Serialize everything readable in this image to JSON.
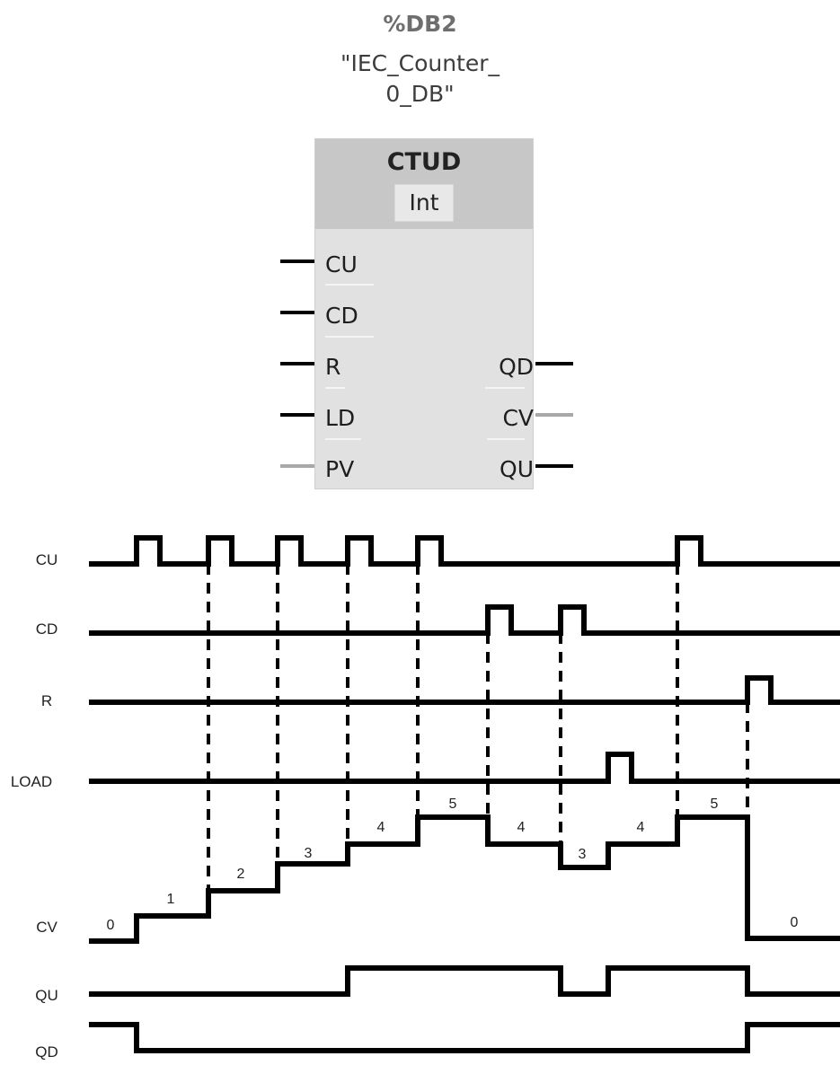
{
  "db": {
    "name": "%DB2",
    "title_line1": "\"IEC_Counter_",
    "title_line2": "0_DB\""
  },
  "block": {
    "type": "CTUD",
    "dtype": "Int",
    "inputs": [
      {
        "label": "CU",
        "kind": "bool"
      },
      {
        "label": "CD",
        "kind": "bool"
      },
      {
        "label": "R",
        "kind": "bool"
      },
      {
        "label": "LD",
        "kind": "bool"
      },
      {
        "label": "PV",
        "kind": "int"
      }
    ],
    "outputs": [
      {
        "label": "QD",
        "kind": "bool"
      },
      {
        "label": "CV",
        "kind": "int"
      },
      {
        "label": "QU",
        "kind": "bool"
      }
    ]
  },
  "timing": {
    "signals": [
      "CU",
      "CD",
      "R",
      "LOAD",
      "CV",
      "QU",
      "QD"
    ],
    "cv_values": [
      "0",
      "1",
      "2",
      "3",
      "4",
      "5",
      "4",
      "3",
      "4",
      "5",
      "0"
    ]
  },
  "colors": {
    "wire_bool": "#000000",
    "wire_int": "#a8a8a8",
    "block_body": "#e1e1e1",
    "block_head": "#c7c7c7"
  }
}
